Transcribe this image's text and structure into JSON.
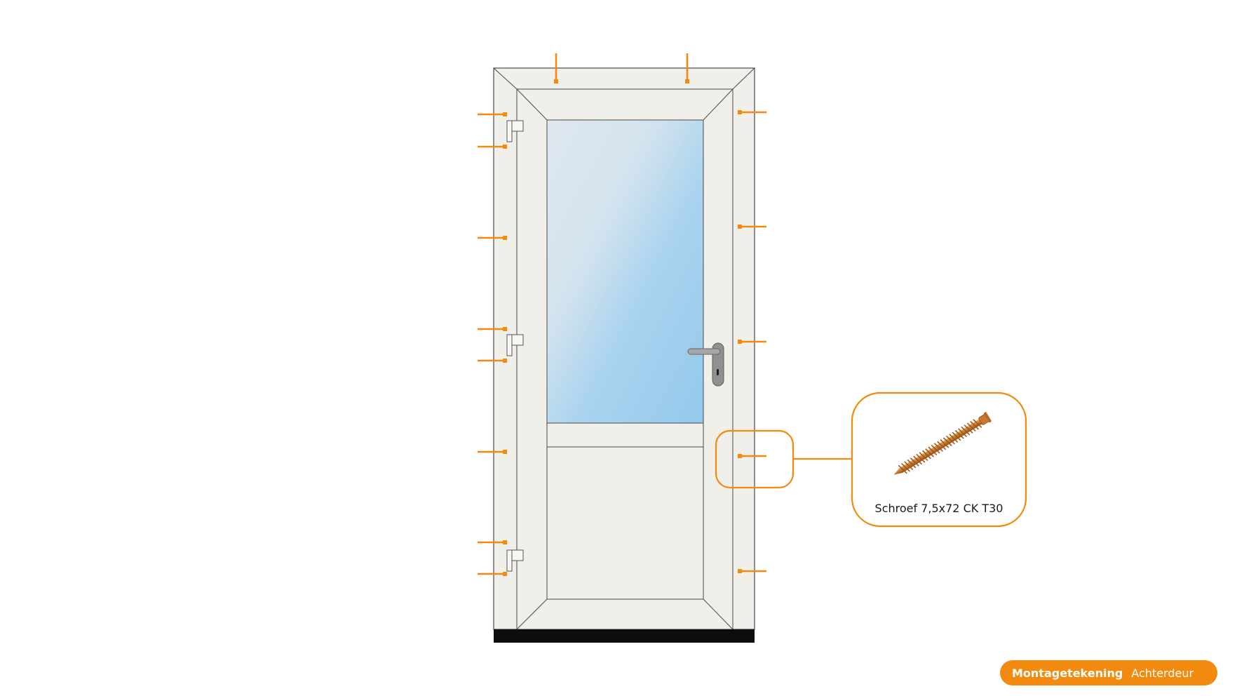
{
  "colors": {
    "accent": "#f18a0e",
    "frame": "#f1efe9",
    "frame_edge": "#4a4a4a",
    "threshold": "#0d0d0d",
    "glass_light": "#dfe7ee",
    "glass_dark": "#93c9ec",
    "handle": "#8f8f8f"
  },
  "icons": {
    "fastener_marker": "screw-fixing-point",
    "hinge": "hinge-icon",
    "handle": "door-handle-icon",
    "screw": "screw-icon"
  },
  "fixing_points": {
    "top_count": 2,
    "left_count": 8,
    "right_count": 5,
    "highlighted_right_index": 3
  },
  "hinges_count": 3,
  "callout": {
    "caption": "Schroef 7,5x72 CK T30"
  },
  "badge": {
    "title": "Montagetekening",
    "subtitle": "Achterdeur"
  }
}
